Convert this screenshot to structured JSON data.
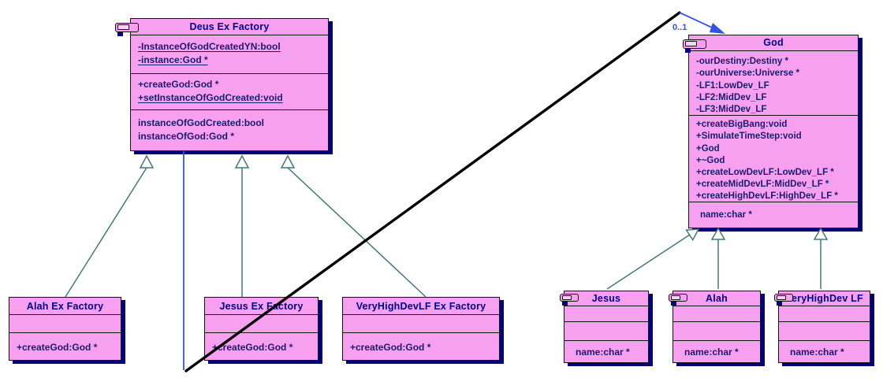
{
  "diagram": {
    "association": {
      "multiplicity": "0..1"
    },
    "classes": {
      "deus_ex_factory": {
        "title": "Deus Ex Factory",
        "attributes": [
          "-InstanceOfGodCreatedYN:bool",
          "-instance:God *"
        ],
        "methods": [
          "+createGod:God *",
          "+setInstanceOfGodCreated:void"
        ],
        "properties": [
          "instanceOfGodCreated:bool",
          "instanceOfGod:God *"
        ]
      },
      "god": {
        "title": "God",
        "attributes": [
          "-ourDestiny:Destiny *",
          "-ourUniverse:Universe *",
          "-LF1:LowDev_LF",
          "-LF2:MidDev_LF",
          "-LF3:MidDev_LF"
        ],
        "methods": [
          "+createBigBang:void",
          "+SimulateTimeStep:void",
          "+God",
          "+~God",
          "+createLowDevLF:LowDev_LF *",
          "+createMidDevLF:MidDev_LF *",
          "+createHighDevLF:HighDev_LF *"
        ],
        "properties": [
          "name:char *"
        ]
      },
      "alah_ex_factory": {
        "title": "Alah Ex Factory",
        "methods": [
          "+createGod:God *"
        ]
      },
      "jesus_ex_factory": {
        "title": "Jesus Ex Factory",
        "methods": [
          "+createGod:God *"
        ]
      },
      "veryhighdevlf_ex_factory": {
        "title": "VeryHighDevLF Ex Factory",
        "methods": [
          "+createGod:God *"
        ]
      },
      "jesus": {
        "title": "Jesus",
        "properties": [
          "name:char *"
        ]
      },
      "alah": {
        "title": "Alah",
        "properties": [
          "name:char *"
        ]
      },
      "veryhighdev_lf": {
        "title": "VeryHighDev LF",
        "properties": [
          "name:char *"
        ]
      }
    },
    "colors": {
      "class_fill": "#F8A0F0",
      "shadow_navy": "#00007A",
      "title_text": "#00008B",
      "member_text": "#1B1B6E",
      "inheritance_teal": "#447878",
      "association_blue": "#3352EA",
      "crossing_line_black": "#000000"
    }
  }
}
